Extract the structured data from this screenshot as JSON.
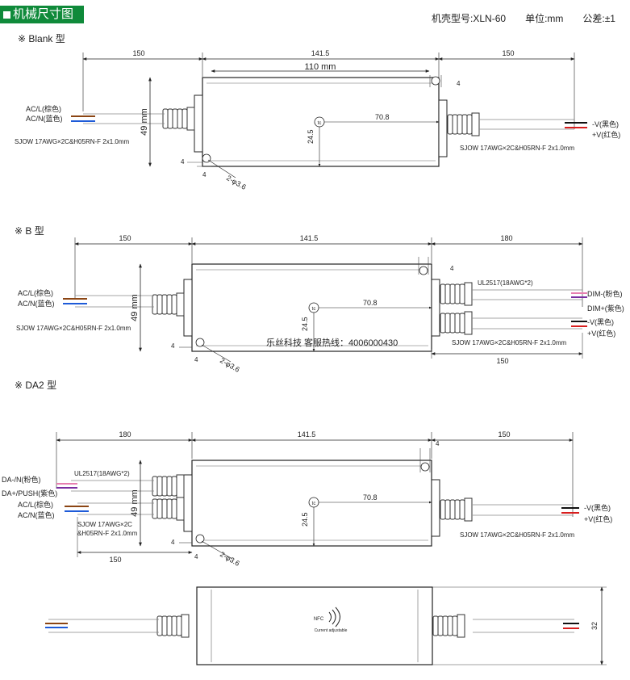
{
  "header": {
    "title": "机械尺寸图",
    "case_model": "机壳型号:XLN-60",
    "unit": "单位:mm",
    "tolerance": "公差:±1"
  },
  "watermark": "乐丝科技 客服热线：4006000430",
  "icons": {
    "tc": "tc",
    "nfc": "NFC"
  },
  "nfc_caption": "Current adjustable",
  "blank": {
    "title": "※ Blank 型",
    "dim_left": "150",
    "dim_body": "141.5",
    "dim_right": "150",
    "dim_mount": "110 mm",
    "dim_height": "49 mm",
    "dim_tc_x": "70.8",
    "dim_tc_y": "24.5",
    "dim_4a": "4",
    "dim_4b": "4",
    "dim_4c": "4",
    "dim_hole": "2-φ3.6",
    "label_acl": "AC/L(棕色)",
    "label_acn": "AC/N(蓝色)",
    "cable_in": "SJOW 17AWG×2C&H05RN-F 2x1.0mm",
    "cable_out": "SJOW 17AWG×2C&H05RN-F 2x1.0mm",
    "label_vneg": "-V(黑色)",
    "label_vpos": "+V(红色)"
  },
  "b": {
    "title": "※ B 型",
    "dim_left": "150",
    "dim_body": "141.5",
    "dim_right": "180",
    "dim_out2": "150",
    "dim_height": "49 mm",
    "dim_tc_x": "70.8",
    "dim_tc_y": "24.5",
    "dim_4a": "4",
    "dim_4b": "4",
    "dim_4c": "4",
    "dim_hole": "2-φ3.6",
    "label_acl": "AC/L(棕色)",
    "label_acn": "AC/N(蓝色)",
    "cable_in": "SJOW 17AWG×2C&H05RN-F 2x1.0mm",
    "cable_ul": "UL2517(18AWG*2)",
    "cable_out": "SJOW 17AWG×2C&H05RN-F 2x1.0mm",
    "label_dimneg": "DIM-(粉色)",
    "label_dimpos": "DIM+(紫色)",
    "label_vneg": "-V(黑色)",
    "label_vpos": "+V(红色)"
  },
  "da2": {
    "title": "※ DA2 型",
    "dim_left": "180",
    "dim_body": "141.5",
    "dim_right": "150",
    "dim_in2": "150",
    "dim_height": "49 mm",
    "dim_tc_x": "70.8",
    "dim_tc_y": "24.5",
    "dim_4a": "4",
    "dim_4b": "4",
    "dim_4c": "4",
    "dim_hole": "2-φ3.6",
    "label_dan": "DA-/N(粉色)",
    "label_dap": "DA+/PUSH(紫色)",
    "label_acl": "AC/L(棕色)",
    "label_acn": "AC/N(蓝色)",
    "cable_ul": "UL2517(18AWG*2)",
    "cable_in_1": "SJOW 17AWG×2C",
    "cable_in_2": "&H05RN-F 2x1.0mm",
    "cable_out": "SJOW 17AWG×2C&H05RN-F 2x1.0mm",
    "label_vneg": "-V(黑色)",
    "label_vpos": "+V(红色)"
  },
  "side": {
    "dim_height": "32"
  },
  "colors": {
    "header_green": "#0f8a3a",
    "wire_brown": "#8b4513",
    "wire_blue": "#1e5bd8",
    "wire_black": "#111111",
    "wire_red": "#d81e1e",
    "wire_pink": "#e77fb0",
    "wire_purple": "#7a2ea0"
  }
}
